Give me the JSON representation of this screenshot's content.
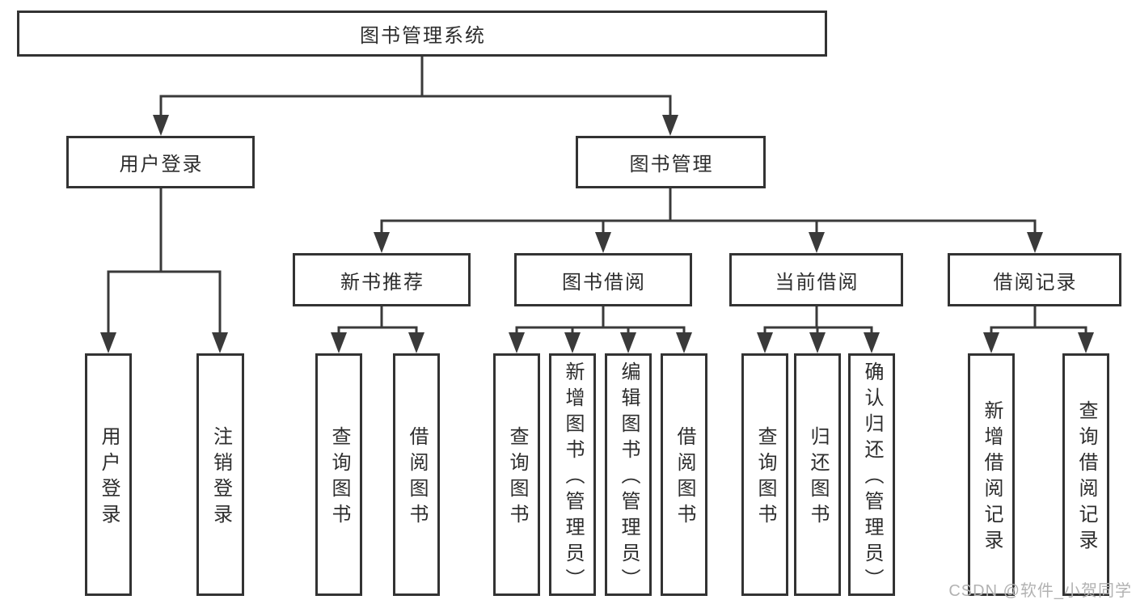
{
  "page": {
    "background": "#ffffff",
    "watermark": "CSDN @软件_小贺同学",
    "watermark_color": "#b2b2b2"
  },
  "diagram": {
    "type": "tree",
    "line_color": "#3a3a3a",
    "box_border_color": "#333333",
    "text_color": "#2d2d2d",
    "root": {
      "label": "图书管理系统"
    },
    "branches": [
      {
        "label": "用户登录",
        "children": [
          {
            "label": "用户登录"
          },
          {
            "label": "注销登录"
          }
        ]
      },
      {
        "label": "图书管理",
        "children": [
          {
            "label": "新书推荐",
            "children": [
              {
                "label": "查询图书"
              },
              {
                "label": "借阅图书"
              }
            ]
          },
          {
            "label": "图书借阅",
            "children": [
              {
                "label": "查询图书"
              },
              {
                "label": "新增图书（管理员）"
              },
              {
                "label": "编辑图书（管理员）"
              },
              {
                "label": "借阅图书"
              }
            ]
          },
          {
            "label": "当前借阅",
            "children": [
              {
                "label": "查询图书"
              },
              {
                "label": "归还图书"
              },
              {
                "label": "确认归还（管理员）"
              }
            ]
          },
          {
            "label": "借阅记录",
            "children": [
              {
                "label": "新增借阅记录"
              },
              {
                "label": "查询借阅记录"
              }
            ]
          }
        ]
      }
    ]
  }
}
